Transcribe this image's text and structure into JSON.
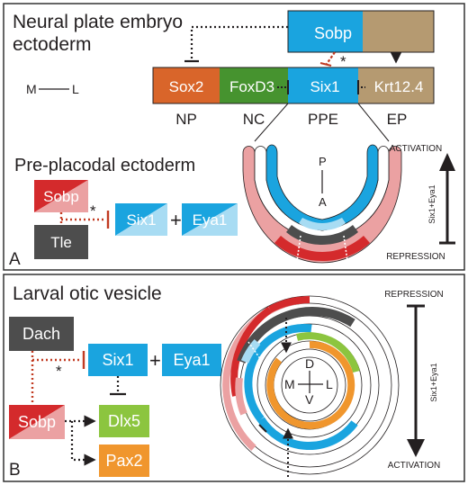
{
  "panelA": {
    "heading_line1": "Neural plate embryo",
    "heading_line2": "ectoderm",
    "axis_medial": "M",
    "axis_lateral": "L",
    "top_box": "Sobp",
    "row_boxes": [
      "Sox2",
      "FoxD3",
      "Six1",
      "Krt12.4"
    ],
    "region_labels": [
      "NP",
      "NC",
      "PPE",
      "EP"
    ],
    "asterisk": "*",
    "subheading": "Pre-placodal ectoderm",
    "sobp_box": "Sobp",
    "tle_box": "Tle",
    "six1_box": "Six1",
    "plus": "+",
    "eya1_box": "Eya1",
    "axis_posterior": "P",
    "axis_anterior": "A",
    "scale_top": "ACTIVATION",
    "scale_bottom": "REPRESSION",
    "scale_axis": "Six1+Eya1",
    "panel_letter": "A"
  },
  "panelB": {
    "heading": "Larval otic vesicle",
    "dach_box": "Dach",
    "asterisk": "*",
    "six1_box": "Six1",
    "plus": "+",
    "eya1_box": "Eya1",
    "sobp_box": "Sobp",
    "dlx5_box": "Dlx5",
    "pax2_box": "Pax2",
    "axis_dorsal": "D",
    "axis_ventral": "V",
    "axis_medial": "M",
    "axis_lateral": "L",
    "scale_top": "REPRESSION",
    "scale_bottom": "ACTIVATION",
    "scale_axis": "Six1+Eya1",
    "panel_letter": "B"
  },
  "colors": {
    "sox2": "#d9652a",
    "foxd3": "#46932f",
    "six1": "#1aa4df",
    "six1_light": "#a8dcf3",
    "krt": "#b59a71",
    "sobp": "#d42a2c",
    "sobp_light": "#eba1a2",
    "tle": "#4d4d4d",
    "dlx5": "#8cc53f",
    "pax2": "#f0962d",
    "repress_line": "#c23b22"
  }
}
